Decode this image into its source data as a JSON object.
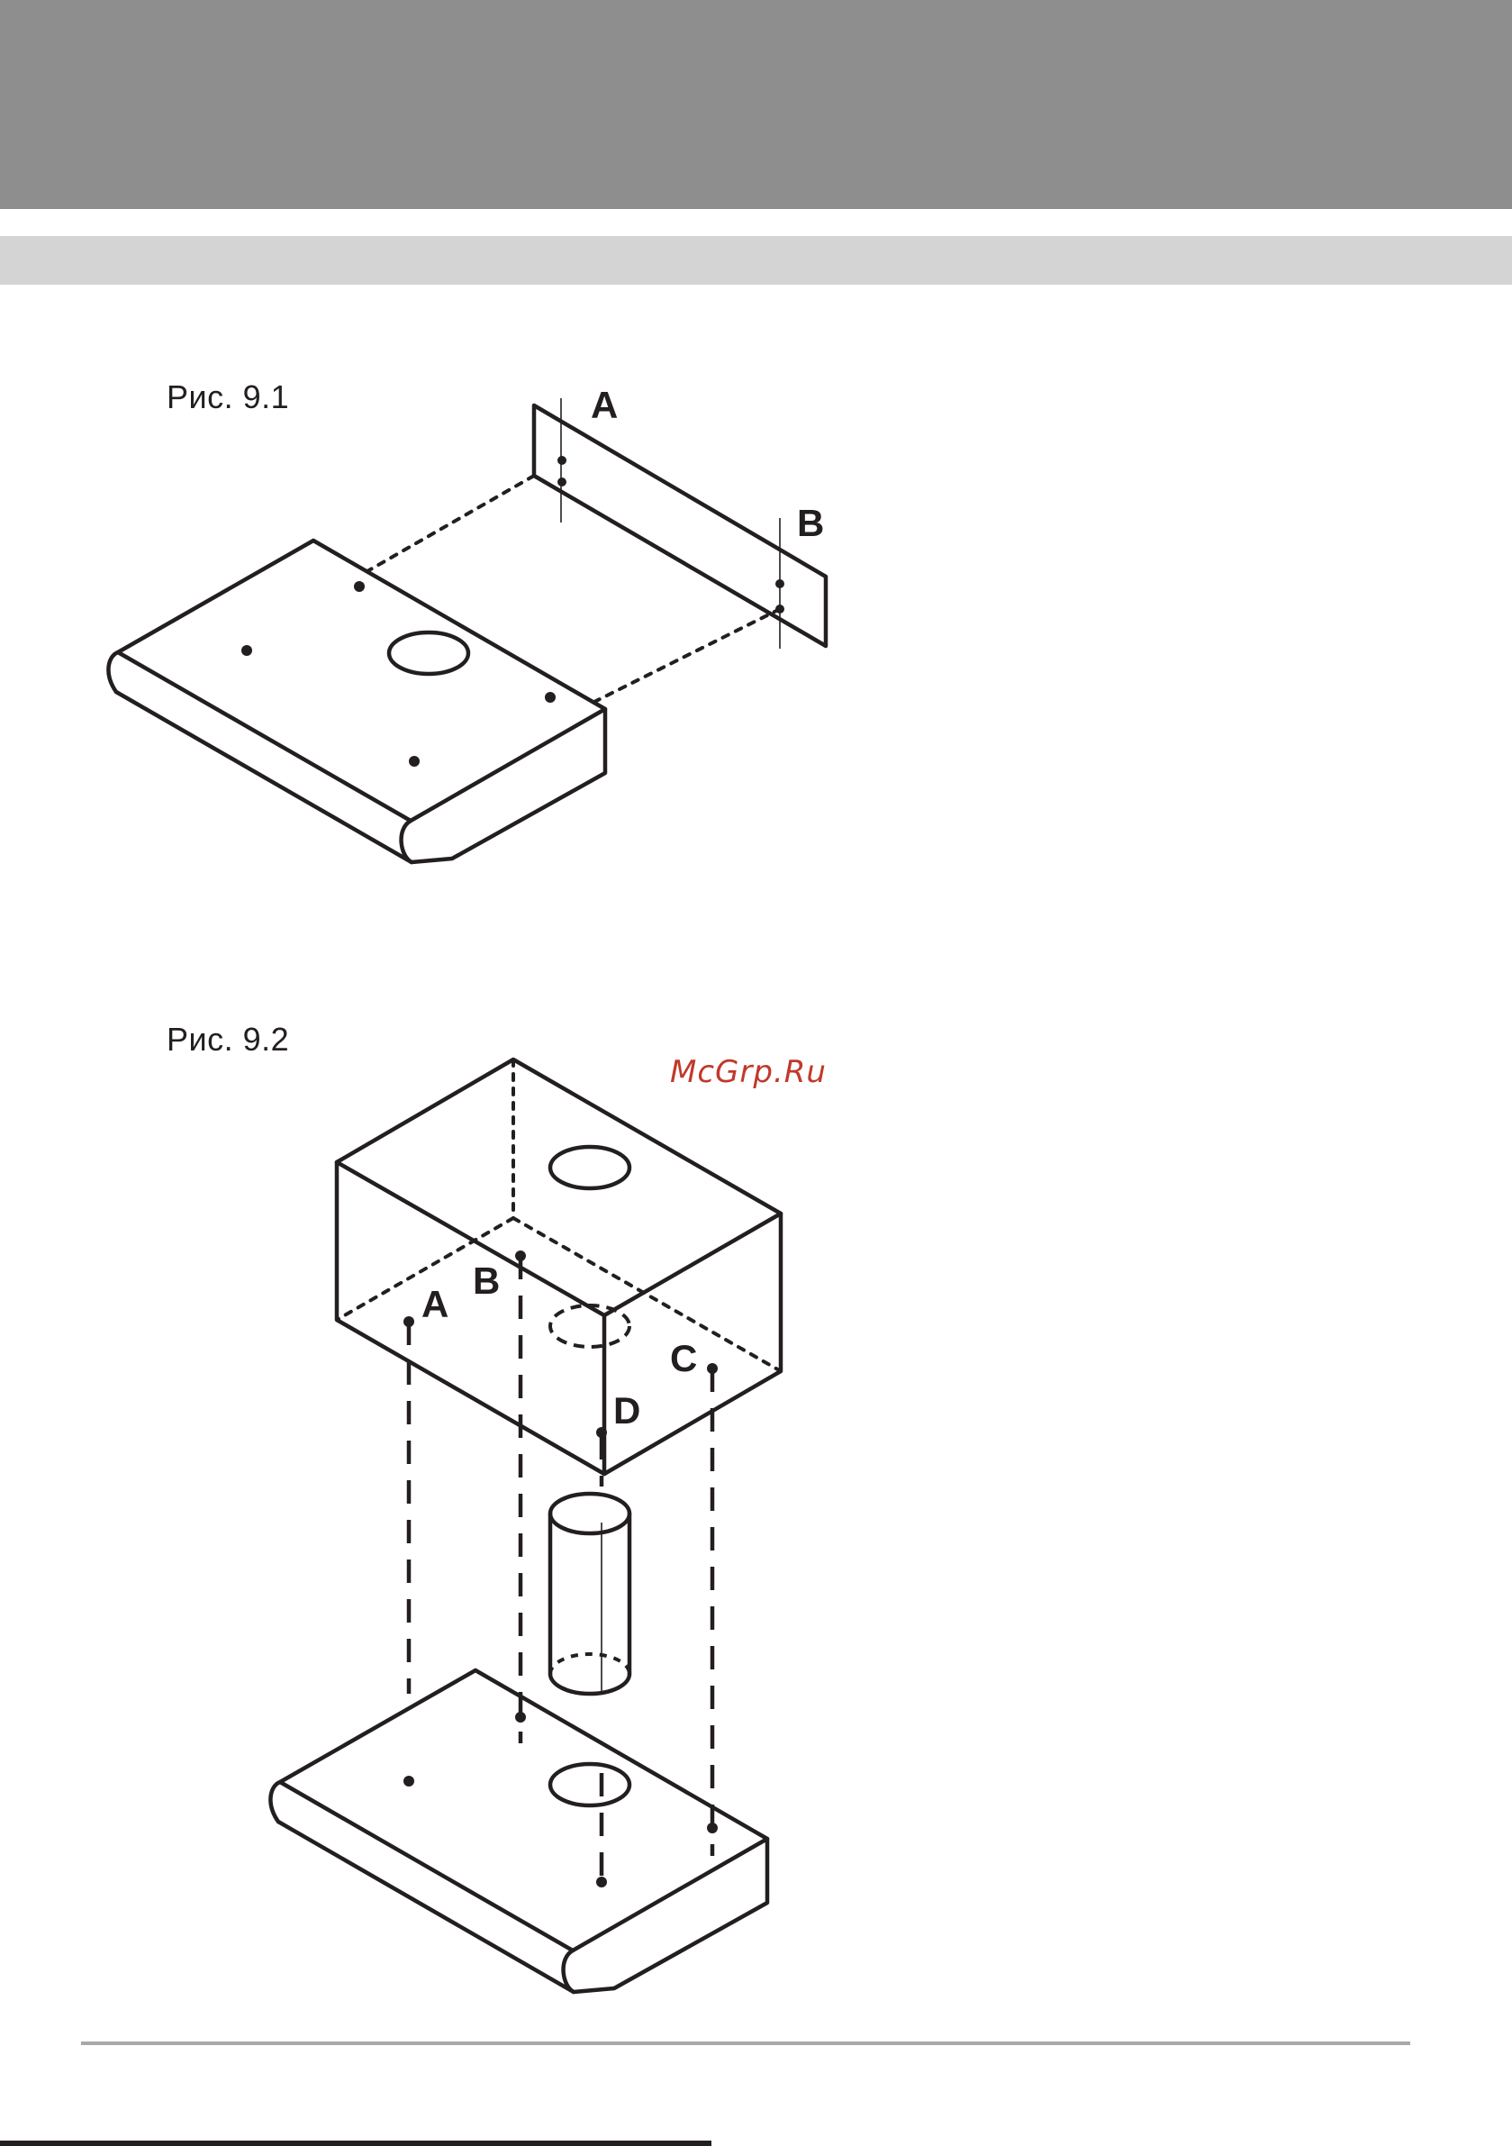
{
  "figures": {
    "fig1": {
      "caption": "Рис. 9.1",
      "labels": {
        "a": "A",
        "b": "B"
      }
    },
    "fig2": {
      "caption": "Рис. 9.2",
      "labels": {
        "a": "A",
        "b": "B",
        "c": "C",
        "d": "D"
      }
    }
  },
  "watermark": "McGrp.Ru"
}
